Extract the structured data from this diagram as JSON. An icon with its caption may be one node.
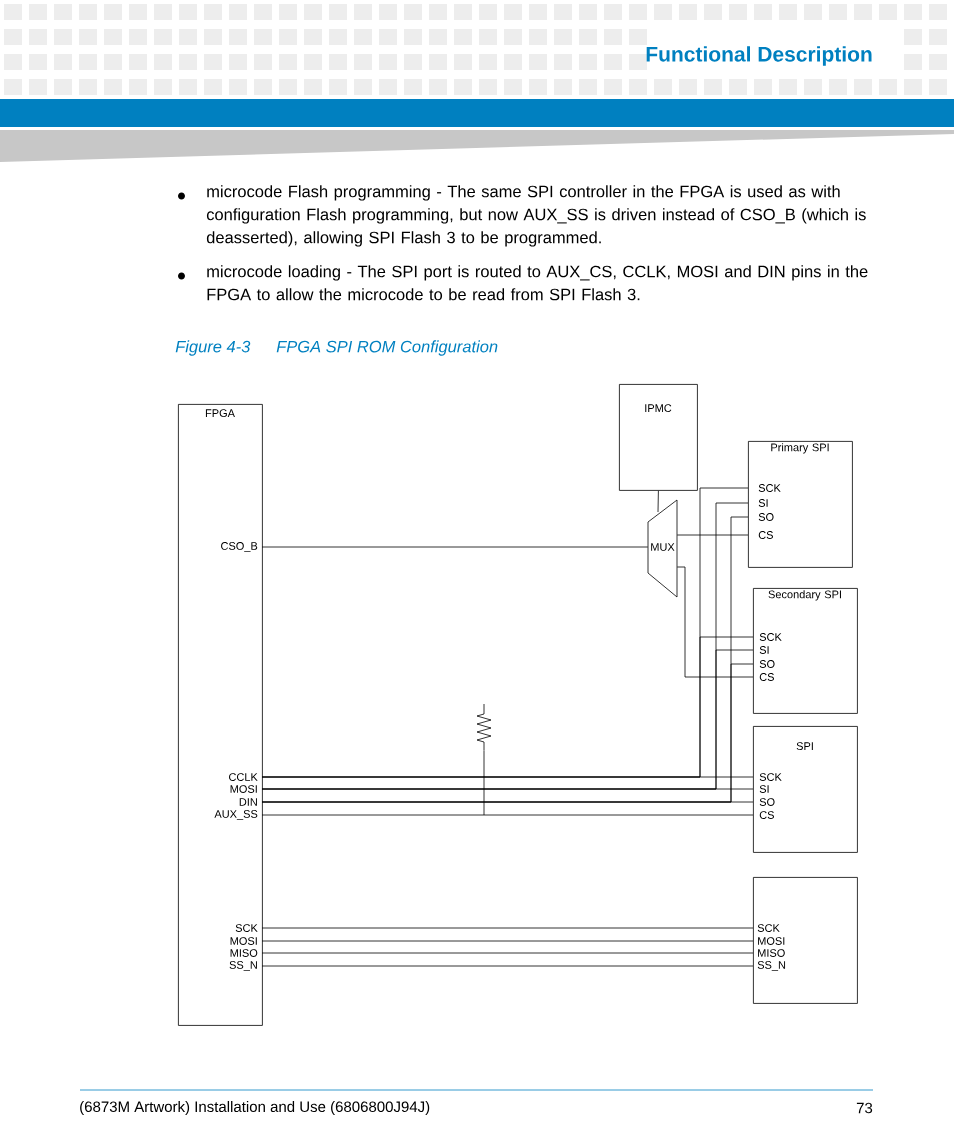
{
  "diagram": {
    "caption": "FPGA SPI ROM Configuration",
    "nodes": [
      {
        "text": [
          "FPGA"
        ]
      },
      {
        "text": [
          "CSO_B"
        ],
        "in": 0
      },
      {
        "text": [
          "CCLK"
        ],
        "in": 0
      },
      {
        "text": [
          "MOSI"
        ],
        "in": 0
      },
      {
        "text": [
          "DIN"
        ],
        "in": 0
      },
      {
        "text": [
          "AUX_SS"
        ],
        "in": 0
      },
      {
        "text": [
          "SCK"
        ],
        "in": 0
      },
      {
        "text": [
          "MOSI"
        ],
        "in": 0
      },
      {
        "text": [
          "MISO"
        ],
        "in": 0
      },
      {
        "text": [
          "SS_N"
        ],
        "in": 0
      },
      {
        "text": [
          "IPMC"
        ]
      },
      {
        "text": [
          "MUX"
        ]
      },
      {
        "text": [
          "Primary SPI"
        ]
      },
      {
        "text": [
          "SCK"
        ],
        "in": 12
      },
      {
        "text": [
          "SI"
        ],
        "in": 12
      },
      {
        "text": [
          "SO"
        ],
        "in": 12
      },
      {
        "text": [
          "CS"
        ],
        "in": 12
      },
      {
        "text": [
          "Secondary SPI"
        ]
      },
      {
        "text": [
          "SCK"
        ],
        "in": 17
      },
      {
        "text": [
          "SI"
        ],
        "in": 17
      },
      {
        "text": [
          "SO"
        ],
        "in": 17
      },
      {
        "text": [
          "CS"
        ],
        "in": 17
      },
      {
        "text": [
          "SPI"
        ]
      },
      {
        "text": [
          "SCK"
        ],
        "in": 22
      },
      {
        "text": [
          "SI"
        ],
        "in": 22
      },
      {
        "text": [
          "SO"
        ],
        "in": 22
      },
      {
        "text": [
          "CS"
        ],
        "in": 22
      },
      {
        "text": [],
        "shape": "box"
      },
      {
        "text": [
          "SCK"
        ],
        "in": 27
      },
      {
        "text": [
          "MOSI"
        ],
        "in": 27
      },
      {
        "text": [
          "MISO"
        ],
        "in": 27
      },
      {
        "text": [
          "SS_N"
        ],
        "in": 27
      },
      {
        "text": [],
        "shape": "resistor"
      }
    ],
    "edges": [
      {
        "from": 10,
        "to": 11,
        "arrow": "none"
      },
      {
        "from": 1,
        "to": 11,
        "arrow": "none"
      },
      {
        "from": 11,
        "to": 16,
        "arrow": "none"
      },
      {
        "from": 11,
        "to": 21,
        "arrow": "none"
      },
      {
        "from": 2,
        "to": 13,
        "arrow": "none"
      },
      {
        "from": 2,
        "to": 18,
        "arrow": "none"
      },
      {
        "from": 2,
        "to": 23,
        "arrow": "none"
      },
      {
        "from": 3,
        "to": 14,
        "arrow": "none"
      },
      {
        "from": 3,
        "to": 19,
        "arrow": "none"
      },
      {
        "from": 3,
        "to": 24,
        "arrow": "none"
      },
      {
        "from": 4,
        "to": 15,
        "arrow": "none"
      },
      {
        "from": 4,
        "to": 20,
        "arrow": "none"
      },
      {
        "from": 4,
        "to": 25,
        "arrow": "none"
      },
      {
        "from": 5,
        "to": 26,
        "arrow": "none"
      },
      {
        "from": 6,
        "to": 28,
        "arrow": "none"
      },
      {
        "from": 7,
        "to": 29,
        "arrow": "none"
      },
      {
        "from": 8,
        "to": 30,
        "arrow": "none"
      },
      {
        "from": 9,
        "to": 31,
        "arrow": "none"
      },
      {
        "from": 32,
        "to": null,
        "arrow": "none"
      }
    ],
    "labels": [
      "Functional Description",
      "microcode Flash programming - The same SPI controller in the FPGA is used as with configuration Flash programming, but now AUX_SS is driven instead of CSO_B (which is deasserted), allowing SPI Flash 3 to be programmed.",
      "microcode loading - The SPI port is routed to AUX_CS, CCLK, MOSI and DIN pins in the FPGA to allow the microcode to be read from SPI Flash 3.",
      "Figure 4-3",
      "(6873M Artwork) Installation and Use (6806800J94J)",
      "73"
    ]
  }
}
